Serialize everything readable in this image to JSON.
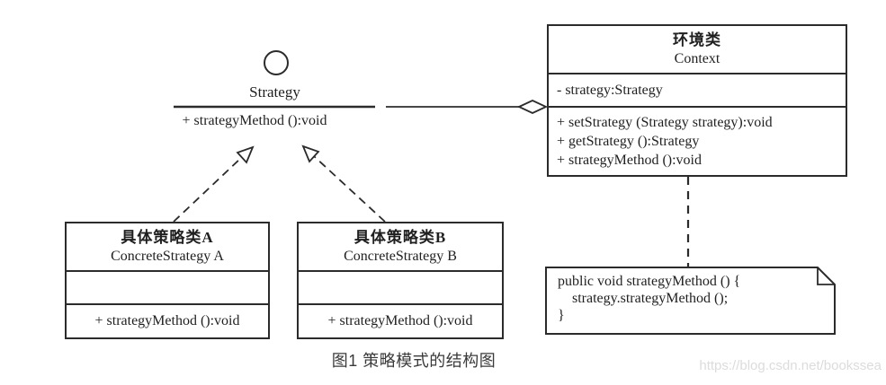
{
  "diagram": {
    "caption": "图1 策略模式的结构图",
    "watermark": "https://blog.csdn.net/bookssea",
    "strategy_interface": {
      "name": "Strategy",
      "method": "+ strategyMethod ():void"
    },
    "context_class": {
      "title_cn": "环境类",
      "title_en": "Context",
      "attribute": "- strategy:Strategy",
      "methods": [
        "+ setStrategy (Strategy strategy):void",
        "+ getStrategy ():Strategy",
        "+ strategyMethod ():void"
      ]
    },
    "concrete_a": {
      "title_cn": "具体策略类A",
      "title_en": "ConcreteStrategy A",
      "method": "+ strategyMethod ():void"
    },
    "concrete_b": {
      "title_cn": "具体策略类B",
      "title_en": "ConcreteStrategy B",
      "method": "+ strategyMethod ():void"
    },
    "note": {
      "line1": "public void strategyMethod () {",
      "line2": "strategy.strategyMethod ();",
      "line3": "}"
    },
    "icons": {
      "interface_lollipop": "circle",
      "aggregation_diamond": "open-diamond",
      "realization_arrow": "hollow-triangle-dashed",
      "note_fold": "folded-corner"
    },
    "colors": {
      "line": "#2b2b2b",
      "caption": "#3a3a3a",
      "watermark": "#dcdcdc",
      "background": "#ffffff"
    }
  }
}
